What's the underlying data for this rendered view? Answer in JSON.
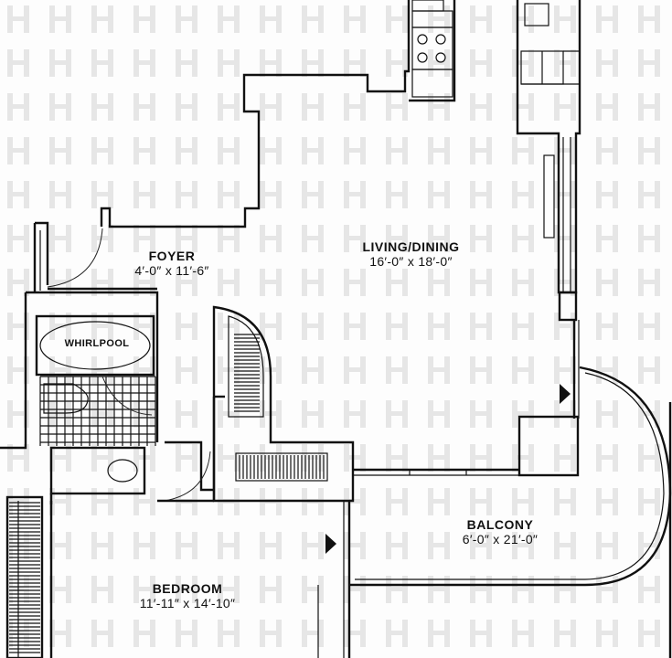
{
  "rooms": {
    "foyer": {
      "name": "FOYER",
      "dimensions": "4′-0″ x 11′-6″"
    },
    "living": {
      "name": "LIVING/DINING",
      "dimensions": "16′-0″ x 18′-0″"
    },
    "balcony": {
      "name": "BALCONY",
      "dimensions": "6′-0″ x 21′-0″"
    },
    "bedroom": {
      "name": "BEDROOM",
      "dimensions": "11′-11″ x 14′-10″"
    }
  },
  "fixtures": {
    "whirlpool": "WHIRLPOOL"
  },
  "colors": {
    "line": "#111111",
    "background": "#fdfdfd",
    "watermark": "#e6e6e6"
  }
}
